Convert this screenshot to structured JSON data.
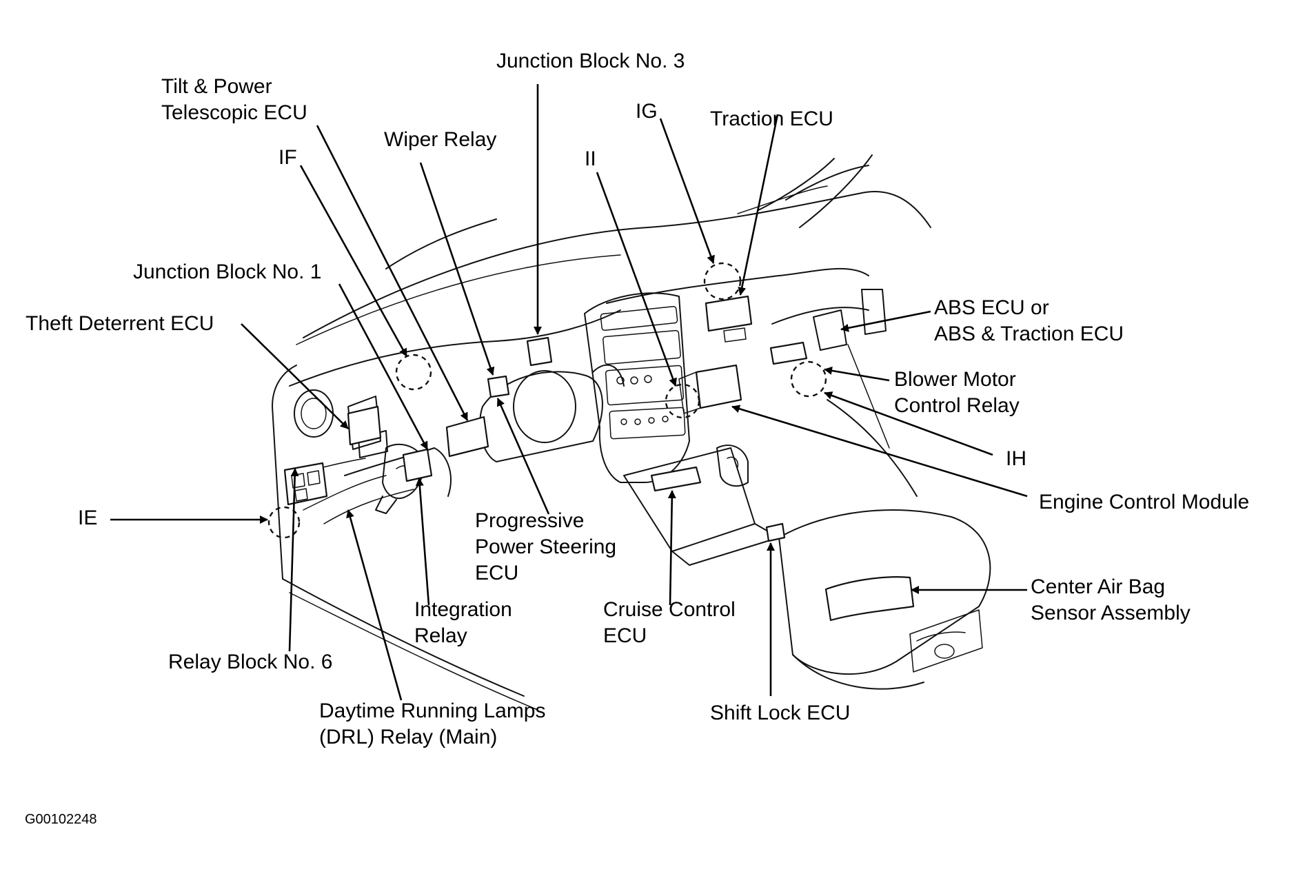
{
  "labels": {
    "junction_block_3": "Junction Block No. 3",
    "tilt_power_1": "Tilt & Power",
    "tilt_power_2": "Telescopic ECU",
    "ig": "IG",
    "traction_ecu": "Traction ECU",
    "wiper_relay": "Wiper Relay",
    "if": "IF",
    "ii": "II",
    "junction_block_1": "Junction Block No. 1",
    "theft_deterrent": "Theft Deterrent ECU",
    "abs_1": "ABS ECU or",
    "abs_2": "ABS & Traction ECU",
    "blower_1": "Blower Motor",
    "blower_2": "Control Relay",
    "ih": "IH",
    "engine_control": "Engine Control Module",
    "ie": "IE",
    "pps_1": "Progressive",
    "pps_2": "Power Steering",
    "pps_3": "ECU",
    "integration_1": "Integration",
    "integration_2": "Relay",
    "cruise_1": "Cruise Control",
    "cruise_2": "ECU",
    "airbag_1": "Center Air Bag",
    "airbag_2": "Sensor Assembly",
    "relay_block_6": "Relay Block No. 6",
    "drl_1": "Daytime Running Lamps",
    "drl_2": "(DRL) Relay (Main)",
    "shift_lock": "Shift Lock ECU"
  },
  "figure_code": "G00102248"
}
